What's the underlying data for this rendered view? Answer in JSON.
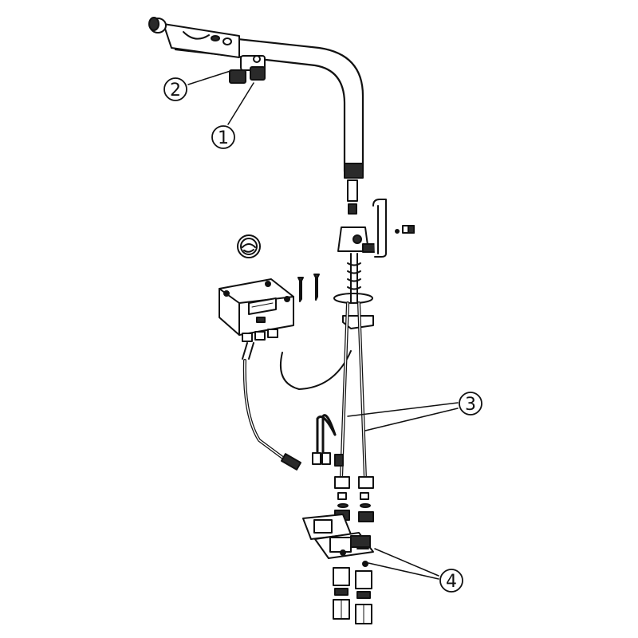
{
  "callouts": [
    {
      "id": "1",
      "label": "1"
    },
    {
      "id": "2",
      "label": "2"
    },
    {
      "id": "3",
      "label": "3"
    },
    {
      "id": "4",
      "label": "4"
    }
  ],
  "colors": {
    "line": "#111111",
    "fill_light": "#ffffff",
    "fill_dark": "#2a2a2a",
    "fill_mid": "#bdbdbd"
  },
  "icons": [
    "faucet-spout-icon",
    "spray-head-icon",
    "control-box-icon",
    "solenoid-valve-icon",
    "hose-icon",
    "cable-icon",
    "screw-icon",
    "sensor-icon"
  ]
}
